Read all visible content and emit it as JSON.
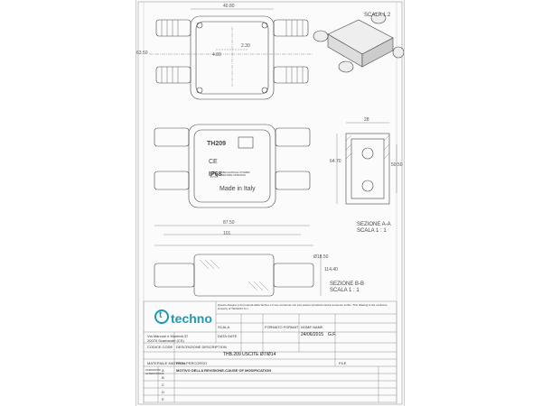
{
  "drawing": {
    "scala_top": "SCALA 1:2",
    "sezione_aa": [
      "SEZIONE A-A",
      "SCALA 1 : 1"
    ],
    "sezione_bb": [
      "SEZIONE B-B",
      "SCALA 1 : 1"
    ],
    "dims": {
      "d1": "40.80",
      "d2": "2.30",
      "d3": "4.80",
      "d4": "63.50",
      "d5": "28",
      "d6": "64.70",
      "d7": "50.50",
      "d8": "87.50",
      "d9": "101",
      "d10": "114.40",
      "d11": "Ø18.50"
    },
    "part_labels": {
      "model": "TH209",
      "rating": "IP68",
      "ce": "CE",
      "origin": "Made in Italy",
      "warning": "MECHANICAL POWER BEFORE OPENING"
    }
  },
  "title_block": {
    "brand": "techno",
    "address": [
      "Via Marconi e Montedi,37",
      "20070 Scamandri (CS)"
    ],
    "disclaimer": "Questo disegno è di proprietà della Techno e il suo contenuto non può essere riprodotto senza consenso scritto. This drawing is the exclusive property of TECHNO S.r.l.",
    "scala_label": "SCALA",
    "formato_label": "FORMATO FORMAT",
    "nome_label": "NOME NAME",
    "data_label": "DATA DATE",
    "date_value": "24/06/2015",
    "initials": "G.F.",
    "codice_label": "CODICE CODE",
    "descrizione_label": "DESCRIZIONE DESCRIPTION",
    "description_value": "THB.209  USCITE  Ø7/Ø14",
    "materiale_label": "MATERIALE MATERIAL",
    "path_label": "PATH PERCORSO",
    "file_label": "FILE",
    "variazioni_label": "VARIAZIONI ALTERATIONS",
    "motivo_label": "MOTIVO DELLA REVISIONE-CAUSE OF MODIFICATION",
    "rows": [
      "A",
      "B",
      "C",
      "D",
      "E"
    ]
  }
}
